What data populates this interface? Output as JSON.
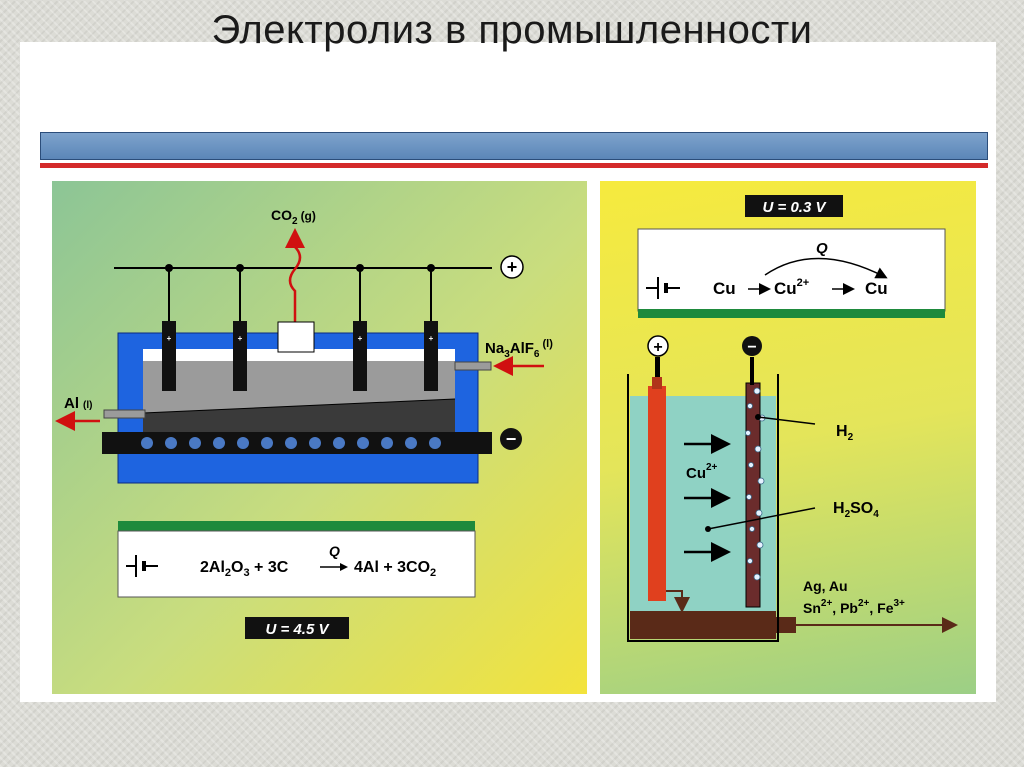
{
  "slide": {
    "title": "Электролиз в промышленности"
  },
  "aluminium": {
    "gas": "CO",
    "gas_sub": "2",
    "gas_state": "(g)",
    "plus": "+",
    "minus": "−",
    "electrolyte": "Na",
    "electrolyte_sub1": "3",
    "electrolyte_mid": "AlF",
    "electrolyte_sub2": "6",
    "electrolyte_state": "(l)",
    "metal": "Al",
    "metal_state": "(l)",
    "eq": {
      "q": "Q",
      "c1": "2",
      "r1": "Al",
      "r1_sub1": "2",
      "r1_o": "O",
      "r1_sub2": "3",
      "plus1": " + 3C",
      "p1": "4Al + 3CO",
      "p1_sub": "2"
    },
    "voltage": "U = 4.5 V"
  },
  "copper": {
    "voltage": "U = 0.3 V",
    "q": "Q",
    "cu_left": "Cu",
    "cu_mid": "Cu",
    "cu_mid_sup": "2+",
    "cu_right": "Cu",
    "plus": "+",
    "minus": "−",
    "h2": "H",
    "h2_sub": "2",
    "ion": "Cu",
    "ion_sup": "2+",
    "acid": "H",
    "acid_sub1": "2",
    "acid_mid": "SO",
    "acid_sub2": "4",
    "sludge1": "Ag, Au",
    "sludge2_a": "Sn",
    "sludge2_a_sup": "2+",
    "sludge2_b": ", Pb",
    "sludge2_b_sup": "2+",
    "sludge2_c": ", Fe",
    "sludge2_c_sup": "3+"
  }
}
